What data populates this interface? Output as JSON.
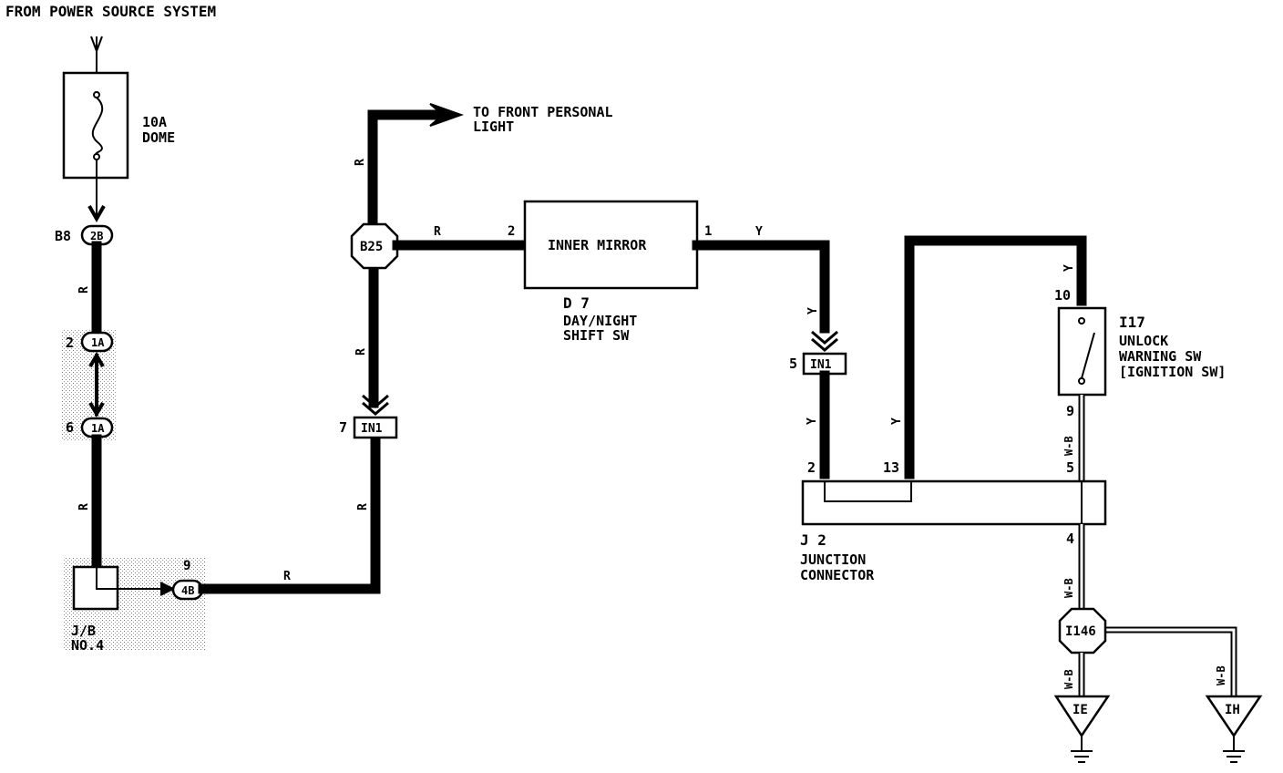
{
  "title": "FROM POWER SOURCE SYSTEM",
  "fuse": {
    "line1": "10A",
    "line2": "DOME"
  },
  "jb": {
    "connector": "B8",
    "pin_2b": "2B",
    "pin_1a": "1A",
    "pin_1a_b": "1A",
    "pin2": "2",
    "pin6": "6",
    "pin9": "9",
    "pin_4b": "4B",
    "label_line1": "J/B",
    "label_line2": "NO.4"
  },
  "destination": {
    "line1": "TO FRONT PERSONAL",
    "line2": "LIGHT"
  },
  "b25": "B25",
  "in1_left": {
    "pin": "7",
    "label": "IN1"
  },
  "in1_right": {
    "pin": "5",
    "label": "IN1"
  },
  "mirror": {
    "title": "INNER MIRROR",
    "pin_in": "2",
    "pin_out": "1",
    "id": "D 7",
    "desc_line1": "DAY/NIGHT",
    "desc_line2": "SHIFT SW"
  },
  "switch": {
    "pin_top": "10",
    "pin_bottom": "9",
    "id": "I17",
    "line1": "UNLOCK",
    "line2": "WARNING SW",
    "line3": "[IGNITION SW]"
  },
  "junction": {
    "pin2": "2",
    "pin13": "13",
    "pin5": "5",
    "pin4": "4",
    "id": "J 2",
    "line1": "JUNCTION",
    "line2": "CONNECTOR"
  },
  "i146": "I146",
  "grounds": {
    "ie": "IE",
    "ih": "IH"
  },
  "wire_colors": {
    "r": "R",
    "y": "Y",
    "wb": "W-B"
  }
}
